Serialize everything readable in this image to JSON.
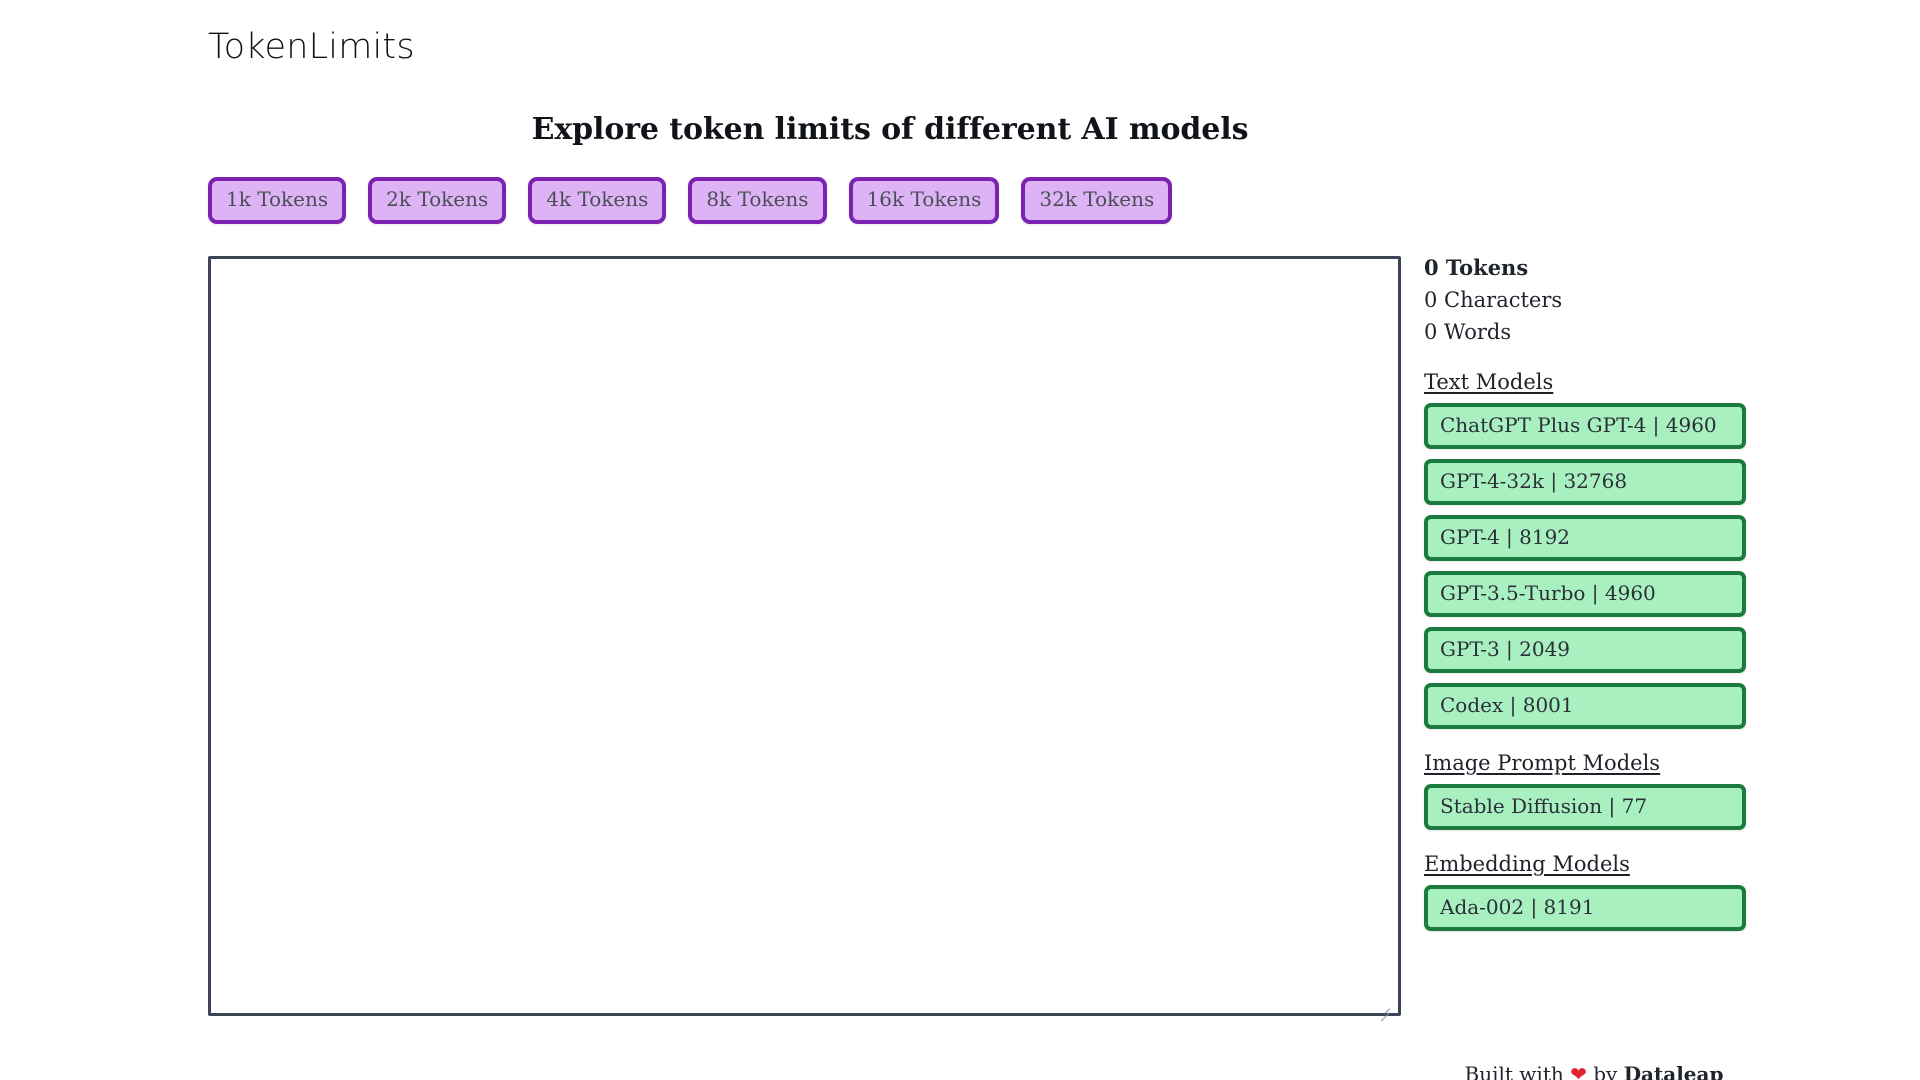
{
  "header": {
    "brand": "TokenLimits",
    "headline": "Explore token limits of different AI models"
  },
  "presets": [
    {
      "label": "1k Tokens"
    },
    {
      "label": "2k Tokens"
    },
    {
      "label": "4k Tokens"
    },
    {
      "label": "8k Tokens"
    },
    {
      "label": "16k Tokens"
    },
    {
      "label": "32k Tokens"
    }
  ],
  "editor": {
    "value": "",
    "placeholder": ""
  },
  "stats": {
    "tokens": "0 Tokens",
    "characters": "0 Characters",
    "words": "0 Words"
  },
  "model_groups": [
    {
      "title": "Text Models",
      "models": [
        {
          "label": "ChatGPT Plus GPT-4 | 4960",
          "name": "ChatGPT Plus GPT-4",
          "limit": 4960
        },
        {
          "label": "GPT-4-32k | 32768",
          "name": "GPT-4-32k",
          "limit": 32768
        },
        {
          "label": "GPT-4 | 8192",
          "name": "GPT-4",
          "limit": 8192
        },
        {
          "label": "GPT-3.5-Turbo | 4960",
          "name": "GPT-3.5-Turbo",
          "limit": 4960
        },
        {
          "label": "GPT-3 | 2049",
          "name": "GPT-3",
          "limit": 2049
        },
        {
          "label": "Codex | 8001",
          "name": "Codex",
          "limit": 8001
        }
      ]
    },
    {
      "title": "Image Prompt Models",
      "models": [
        {
          "label": "Stable Diffusion | 77",
          "name": "Stable Diffusion",
          "limit": 77
        }
      ]
    },
    {
      "title": "Embedding Models",
      "models": [
        {
          "label": "Ada-002 | 8191",
          "name": "Ada-002",
          "limit": 8191
        }
      ]
    }
  ],
  "footer": {
    "prefix": "Built with ",
    "heart": "❤",
    "middle": " by ",
    "brand": "Dataleap"
  },
  "colors": {
    "preset_fill": "#ddb3f5",
    "preset_border": "#7b22b0",
    "model_fill": "#a9f0c1",
    "model_border": "#1b7a3d",
    "editor_border": "#3b4354",
    "heart": "#e0242b"
  }
}
